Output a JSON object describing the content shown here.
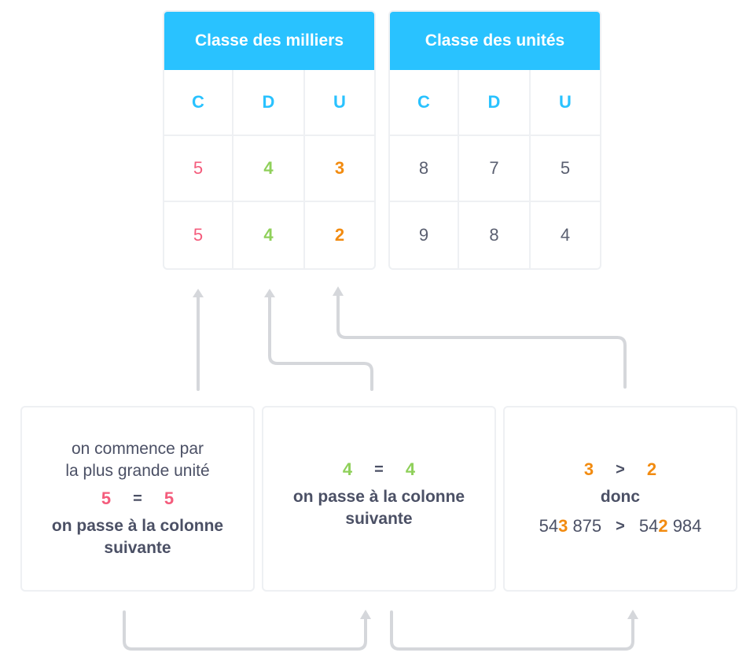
{
  "milliers": {
    "title": "Classe des milliers",
    "headers": [
      "C",
      "D",
      "U"
    ],
    "rows": [
      [
        "5",
        "4",
        "3"
      ],
      [
        "5",
        "4",
        "2"
      ]
    ]
  },
  "unites": {
    "title": "Classe des unités",
    "headers": [
      "C",
      "D",
      "U"
    ],
    "rows": [
      [
        "8",
        "7",
        "5"
      ],
      [
        "9",
        "8",
        "4"
      ]
    ]
  },
  "step1": {
    "intro_line1": "on commence par",
    "intro_line2": "la plus grande unité",
    "left": "5",
    "op": "=",
    "right": "5",
    "next_line1": "on passe à la colonne",
    "next_line2": "suivante"
  },
  "step2": {
    "left": "4",
    "op": "=",
    "right": "4",
    "next_line1": "on passe à la colonne",
    "next_line2": "suivante"
  },
  "step3": {
    "left": "3",
    "op": ">",
    "right": "2",
    "conclusion": "donc",
    "a_prefix": "54",
    "a_digit": "3",
    "a_suffix": " 875",
    "cmp_op": ">",
    "b_prefix": "54",
    "b_digit": "2",
    "b_suffix": " 984"
  },
  "colors": {
    "header_blue": "#29c2ff",
    "red": "#f45c7c",
    "green": "#8fd05a",
    "orange": "#f28b10",
    "arrow_gray": "#d5d7db"
  }
}
